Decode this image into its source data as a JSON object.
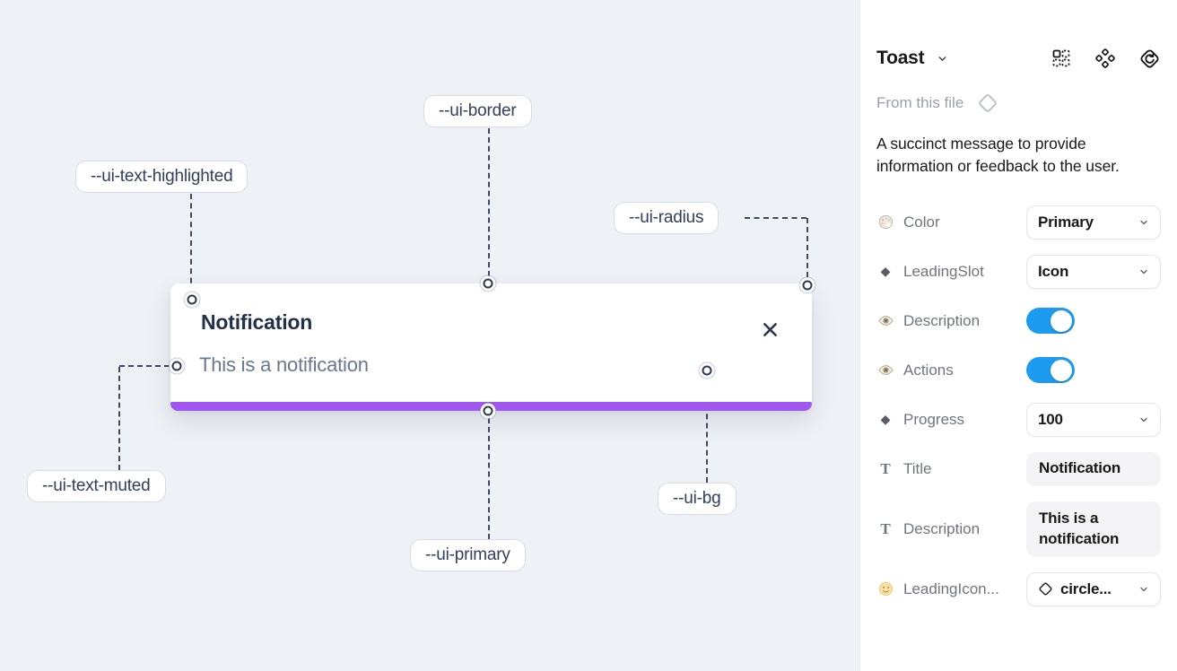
{
  "canvas": {
    "toast": {
      "title": "Notification",
      "description": "This is a notification"
    },
    "annotations": [
      {
        "id": "ui-border",
        "label": "--ui-border"
      },
      {
        "id": "ui-text-highlighted",
        "label": "--ui-text-highlighted"
      },
      {
        "id": "ui-radius",
        "label": "--ui-radius"
      },
      {
        "id": "ui-text-muted",
        "label": "--ui-text-muted"
      },
      {
        "id": "ui-primary",
        "label": "--ui-primary"
      },
      {
        "id": "ui-bg",
        "label": "--ui-bg"
      }
    ]
  },
  "panel": {
    "title": "Toast",
    "source": "From this file",
    "description": "A succinct message to provide information or feedback to the user.",
    "properties": [
      {
        "icon": "palette-icon",
        "label": "Color",
        "control": "select",
        "value": "Primary"
      },
      {
        "icon": "diamond-icon",
        "label": "LeadingSlot",
        "control": "select",
        "value": "Icon"
      },
      {
        "icon": "eye-icon",
        "label": "Description",
        "control": "toggle",
        "value": "on"
      },
      {
        "icon": "eye-icon",
        "label": "Actions",
        "control": "toggle",
        "value": "on"
      },
      {
        "icon": "diamond-icon",
        "label": "Progress",
        "control": "select",
        "value": "100"
      },
      {
        "icon": "text-icon",
        "label": "Title",
        "control": "text",
        "value": "Notification"
      },
      {
        "icon": "text-icon",
        "label": "Description",
        "control": "text",
        "value": "This is a notification"
      },
      {
        "icon": "smiley-icon",
        "label": "LeadingIcon...",
        "control": "select-icon",
        "value": "circle..."
      }
    ]
  },
  "icons": {
    "diamond_filled": "◆",
    "text_type": "T"
  },
  "colors": {
    "primary_bar": "#a156f0",
    "toggle_on": "#1d9bf0",
    "canvas_bg": "#eef1f6"
  }
}
